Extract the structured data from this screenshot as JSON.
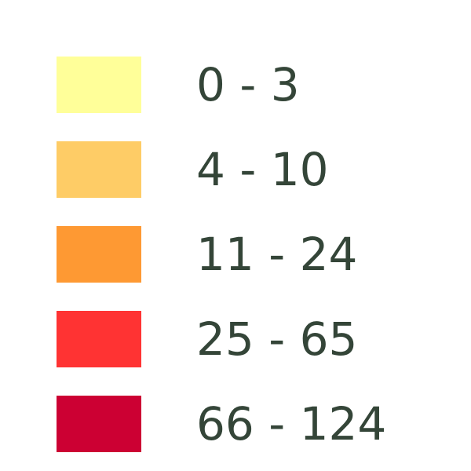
{
  "legend": {
    "items": [
      {
        "label": "0 - 3",
        "color": "#FFFF99"
      },
      {
        "label": "4 - 10",
        "color": "#FECC66"
      },
      {
        "label": "11 - 24",
        "color": "#FE9933"
      },
      {
        "label": "25 - 65",
        "color": "#FF3333"
      },
      {
        "label": "66 - 124",
        "color": "#CC0033"
      }
    ]
  }
}
